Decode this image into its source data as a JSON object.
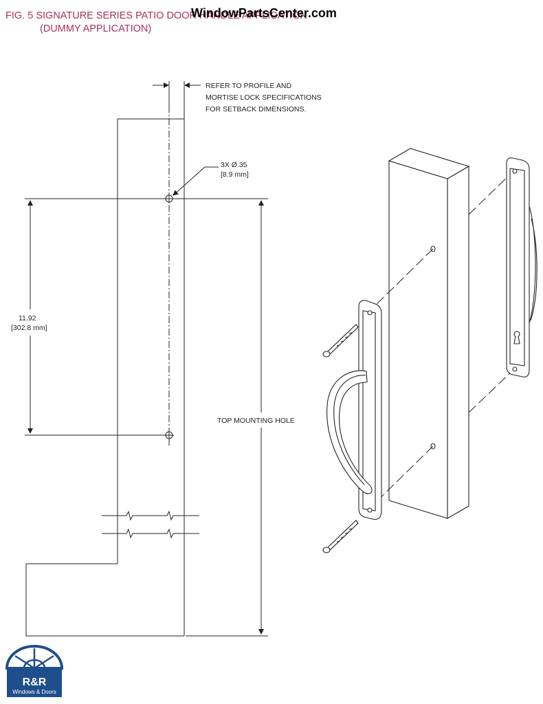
{
  "figure": {
    "title": "FIG. 5  SIGNATURE SERIES PATIO DOOR HANDLE APPLICATION",
    "subtitle": "(DUMMY APPLICATION)"
  },
  "watermark": "WindowPartsCenter.com",
  "callouts": {
    "setback_line1": "REFER TO PROFILE AND",
    "setback_line2": "MORTISE LOCK SPECIFICATIONS",
    "setback_line3": "FOR SETBACK DIMENSIONS.",
    "hole_qty": "3X    Ø.35",
    "hole_mm": "[8.9 mm]",
    "spacing_in": "11.92",
    "spacing_mm": "[302.8 mm]",
    "top_hole": "TOP MOUNTING HOLE"
  },
  "logo": {
    "initials": "R&R",
    "tagline": "Windows & Doors",
    "color": "#1f4e8c"
  },
  "colors": {
    "title": "#a8325a",
    "line": "#222222"
  }
}
